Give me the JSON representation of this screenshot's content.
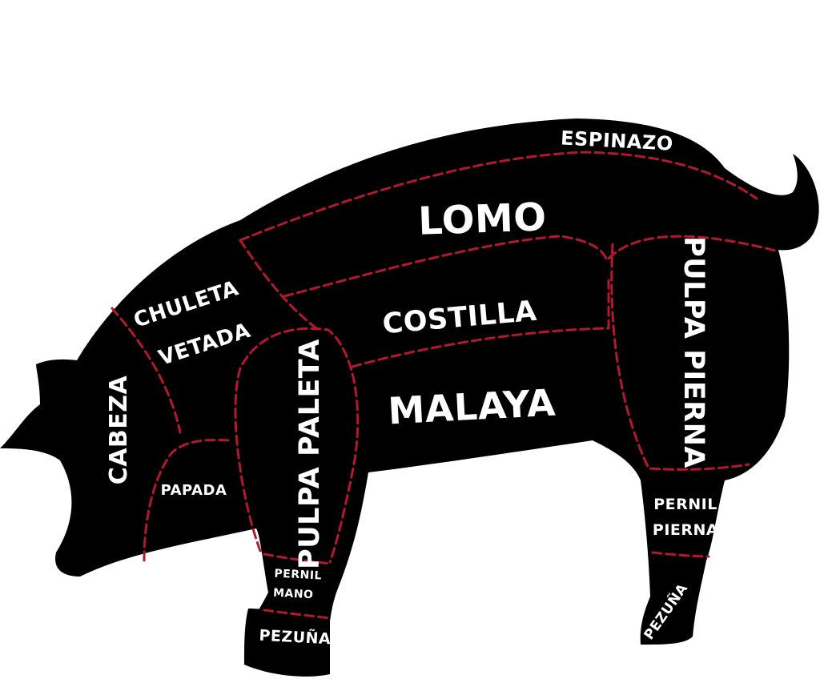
{
  "colors": {
    "background": "#ffffff",
    "silhouette": "#000000",
    "cut_lines": "#b3182d",
    "labels": "#ffffff"
  },
  "labels": {
    "espinazo": "ESPINAZO",
    "lomo": "LOMO",
    "costilla": "COSTILLA",
    "malaya": "MALAYA",
    "chuleta": "CHULETA",
    "vetada": "VETADA",
    "cabeza": "CABEZA",
    "papada": "PAPADA",
    "pulpa_paleta": "PULPA PALETA",
    "pulpa_pierna": "PULPA PIERNA",
    "pernil_pierna_1": "PERNIL",
    "pernil_pierna_2": "PIERNA",
    "pernil_mano_1": "PERNIL",
    "pernil_mano_2": "MANO",
    "pezuna_front": "PEZUÑA",
    "pezuna_rear": "PEZUÑA"
  }
}
